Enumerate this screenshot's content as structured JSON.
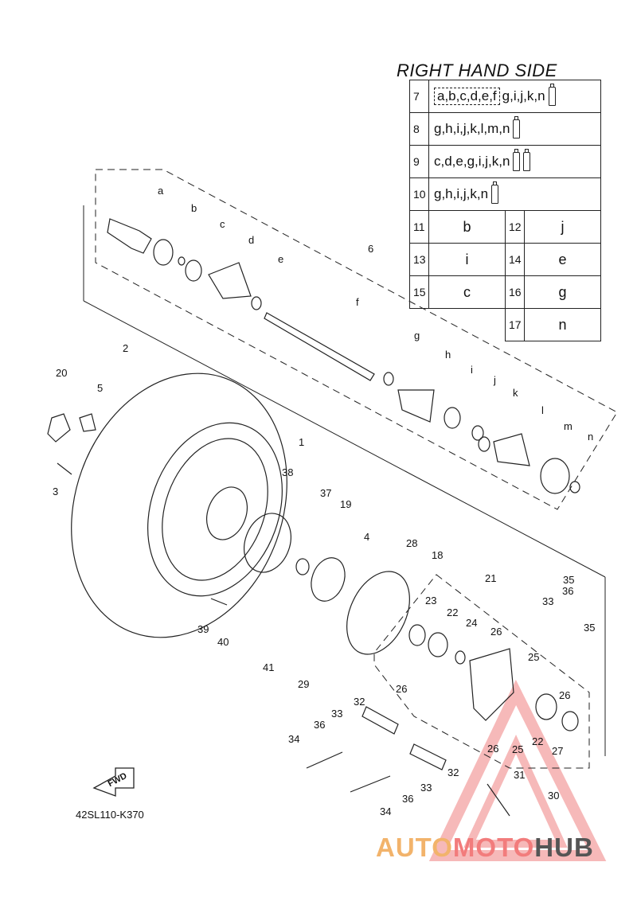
{
  "title": "RIGHT HAND SIDE",
  "figure_code": "42SL110-K370",
  "fwd_label": "FWD",
  "watermark": {
    "part1": "AUTO",
    "part2": "MOTO",
    "part3": "HUB",
    "colors": {
      "part1": "#f2b36b",
      "part2": "#f27c7c",
      "part3": "#555555",
      "triangle": "#f08080"
    }
  },
  "kit_table": {
    "rows": [
      {
        "no": "7",
        "boxed": "a,b,c,d,e,f",
        "rest": "g,i,j,k,n",
        "tubes": 1
      },
      {
        "no": "8",
        "boxed": "",
        "rest": "g,h,i,j,k,l,m,n",
        "tubes": 1
      },
      {
        "no": "9",
        "boxed": "",
        "rest": "c,d,e,g,i,j,k,n",
        "tubes": 2
      },
      {
        "no": "10",
        "boxed": "",
        "rest": "g,h,i,j,k,n",
        "tubes": 1
      }
    ],
    "single": [
      {
        "no": "11",
        "part": "b"
      },
      {
        "no": "12",
        "part": "j"
      },
      {
        "no": "13",
        "part": "i"
      },
      {
        "no": "14",
        "part": "e"
      },
      {
        "no": "15",
        "part": "c"
      },
      {
        "no": "16",
        "part": "g"
      },
      {
        "no": "17",
        "part": "n"
      }
    ]
  },
  "callouts": [
    "a",
    "b",
    "c",
    "d",
    "e",
    "f",
    "g",
    "h",
    "i",
    "j",
    "k",
    "l",
    "m",
    "n",
    "1",
    "2",
    "3",
    "4",
    "5",
    "6",
    "18",
    "19",
    "20",
    "21",
    "22",
    "23",
    "24",
    "25",
    "26",
    "27",
    "28",
    "29",
    "30",
    "31",
    "32",
    "33",
    "34",
    "35",
    "36",
    "37",
    "38",
    "39",
    "40",
    "41",
    "22",
    "25",
    "26",
    "26",
    "32",
    "33",
    "33",
    "34",
    "36",
    "36",
    "35",
    "26"
  ]
}
